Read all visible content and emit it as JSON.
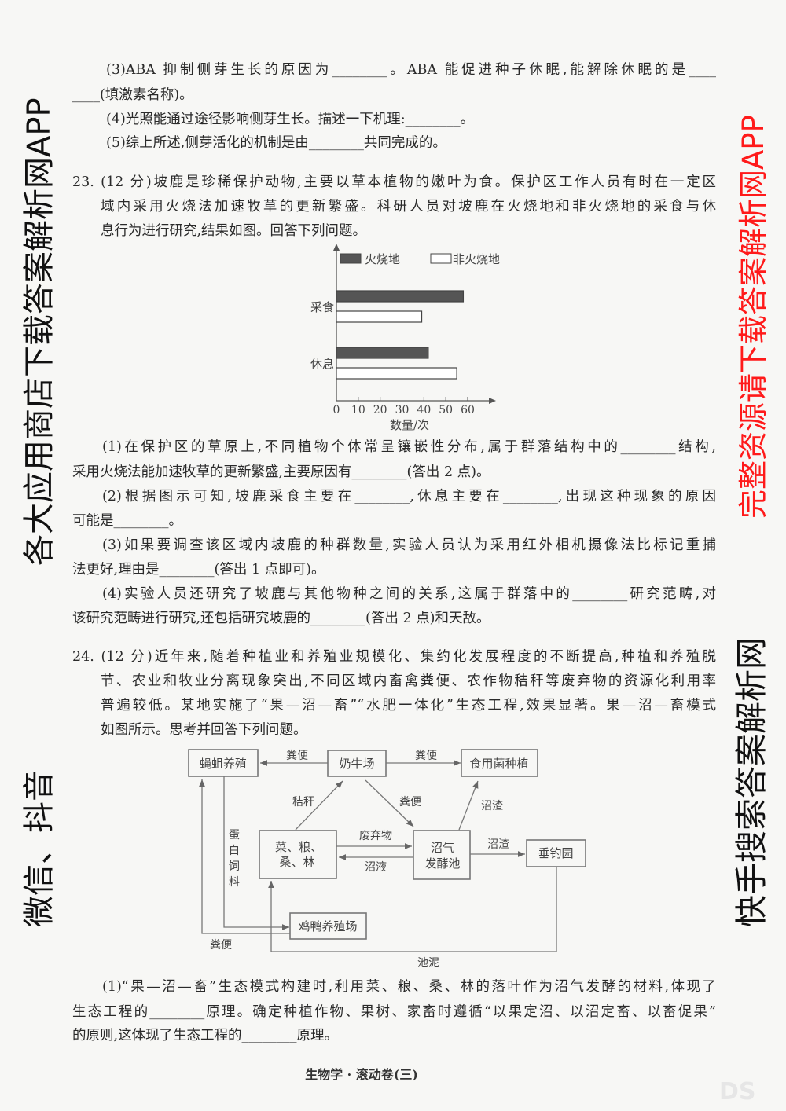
{
  "q22": {
    "l1": "(3)ABA 抑制侧芽生长的原因为________。ABA 能促进种子休眠,能解除休眠的是____",
    "l2": "____(填激素名称)。",
    "l3": "(4)光照能通过途径影响侧芽生长。描述一下机理:________。",
    "l4": "(5)综上所述,侧芽活化的机制是由________共同完成的。"
  },
  "q23": {
    "stem": [
      "23. (12 分)坡鹿是珍稀保护动物,主要以草本植物的嫩叶为食。保护区工作人员有时在一定区",
      "域内采用火烧法加速牧草的更新繁盛。科研人员对坡鹿在火烧地和非火烧地的采食与休",
      "息行为进行研究,结果如图。回答下列问题。"
    ],
    "lines": [
      "(1)在保护区的草原上,不同植物个体常呈镶嵌性分布,属于群落结构中的________结构,",
      "采用火烧法能加速牧草的更新繁盛,主要原因有________(答出 2 点)。",
      "(2)根据图示可知,坡鹿采食主要在________,休息主要在________,出现这种现象的原因",
      "可能是________。",
      "(3)如果要调查该区域内坡鹿的种群数量,实验人员认为采用红外相机摄像法比标记重捕",
      "法更好,理由是________(答出 1 点即可)。",
      "(4)实验人员还研究了坡鹿与其他物种之间的关系,这属于群落中的________研究范畴,对",
      "该研究范畴进行研究,还包括研究坡鹿的________(答出 2 点)和天敌。"
    ]
  },
  "chart_data": {
    "type": "bar",
    "orientation": "horizontal",
    "categories": [
      "采食",
      "休息"
    ],
    "series": [
      {
        "name": "火烧地",
        "values": [
          58,
          42
        ],
        "color": "#555555"
      },
      {
        "name": "非火烧地",
        "values": [
          39,
          55
        ],
        "color": "#ffffff"
      }
    ],
    "xlabel": "数量/次",
    "ylabel": "",
    "xlim": [
      0,
      60
    ],
    "xticks": [
      "0",
      "10",
      "20",
      "30",
      "40",
      "50",
      "60"
    ],
    "legend": "top",
    "grid": false
  },
  "q24": {
    "stem": [
      "24. (12 分)近年来,随着种植业和养殖业规模化、集约化发展程度的不断提高,种植和养殖脱",
      "节、农业和牧业分离现象突出,不同区域内畜禽粪便、农作物秸秆等废弃物的资源化利用率",
      "普遍较低。某地实施了“果—沼—畜”“水肥一体化”生态工程,效果显著。果—沼—畜模式",
      "如图所示。思考并回答下列问题。"
    ],
    "diagram": {
      "nodes": {
        "maggot": "蝇蛆养殖",
        "dairy": "奶牛场",
        "fungus": "食用菌种植",
        "crops_l1": "菜、粮、",
        "crops_l2": "桑、林",
        "biogas_l1": "沼气",
        "biogas_l2": "发酵池",
        "fishing": "垂钓园",
        "poultry": "鸡鸭养殖场"
      },
      "edges": {
        "dairy_to_maggot": "粪便",
        "dairy_to_fungus": "粪便",
        "crops_to_dairy": "秸秆",
        "dairy_to_biogas": "粪便",
        "biogas_to_fungus": "沼渣",
        "crops_to_biogas": "废弃物",
        "biogas_to_crops": "沼液",
        "biogas_to_fishing": "沼渣",
        "fishing_to_crops": "池泥",
        "maggot_to_poultry": [
          "蛋",
          "白",
          "饲",
          "料"
        ],
        "poultry_to_maggot": "粪便"
      }
    },
    "lines": [
      "(1)“果—沼—畜”生态模式构建时,利用菜、粮、桑、林的落叶作为沼气发酵的材料,体现了",
      "生态工程的________原理。确定种植作物、果树、家畜时遵循“以果定沼、以沼定畜、以畜促果”",
      "的原则,这体现了生态工程的________原理。"
    ]
  },
  "footer": "生物学 · 滚动卷(三)",
  "watermarks": {
    "top_left": "各大应用商店下载答案解析网APP",
    "center": "完整资源请下载答案解析网APP",
    "bottom_right": "快手搜索答案解析网",
    "bottom": "微信、抖音"
  },
  "corner_logo": "DS"
}
